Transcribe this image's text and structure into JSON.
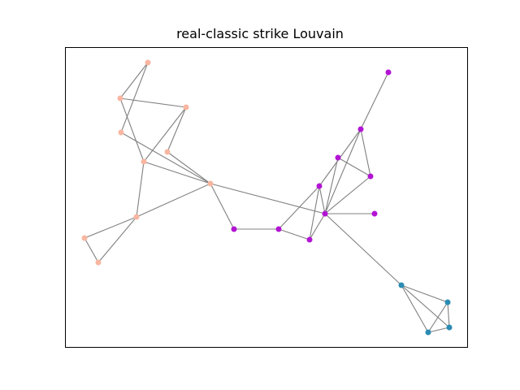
{
  "title": "real-classic strike Louvain",
  "colors": {
    "edge": "#808080",
    "frame": "#000000",
    "communities": {
      "A": "#f9b6a0",
      "B": "#b314d4",
      "C": "#2b8cb3"
    }
  },
  "graph": {
    "nodes": [
      {
        "id": "n1",
        "community": "A"
      },
      {
        "id": "n2",
        "community": "A"
      },
      {
        "id": "n3",
        "community": "A"
      },
      {
        "id": "n4",
        "community": "A"
      },
      {
        "id": "n5",
        "community": "A"
      },
      {
        "id": "n6",
        "community": "A"
      },
      {
        "id": "n7",
        "community": "A"
      },
      {
        "id": "n8",
        "community": "A"
      },
      {
        "id": "n9",
        "community": "A"
      },
      {
        "id": "n10",
        "community": "A"
      },
      {
        "id": "n11",
        "community": "B"
      },
      {
        "id": "n12",
        "community": "B"
      },
      {
        "id": "n13",
        "community": "B"
      },
      {
        "id": "n14",
        "community": "B"
      },
      {
        "id": "n15",
        "community": "B"
      },
      {
        "id": "n16",
        "community": "B"
      },
      {
        "id": "n17",
        "community": "B"
      },
      {
        "id": "n18",
        "community": "B"
      },
      {
        "id": "n19",
        "community": "B"
      },
      {
        "id": "n20",
        "community": "B"
      },
      {
        "id": "n21",
        "community": "C"
      },
      {
        "id": "n22",
        "community": "C"
      },
      {
        "id": "n23",
        "community": "C"
      },
      {
        "id": "n24",
        "community": "C"
      }
    ],
    "edges": [
      [
        "n1",
        "n2"
      ],
      [
        "n1",
        "n4"
      ],
      [
        "n2",
        "n3"
      ],
      [
        "n2",
        "n6"
      ],
      [
        "n3",
        "n6"
      ],
      [
        "n3",
        "n5"
      ],
      [
        "n4",
        "n7"
      ],
      [
        "n5",
        "n7"
      ],
      [
        "n6",
        "n7"
      ],
      [
        "n6",
        "n8"
      ],
      [
        "n7",
        "n8"
      ],
      [
        "n8",
        "n9"
      ],
      [
        "n8",
        "n10"
      ],
      [
        "n9",
        "n10"
      ],
      [
        "n7",
        "n11"
      ],
      [
        "n7",
        "n18"
      ],
      [
        "n11",
        "n12"
      ],
      [
        "n12",
        "n13"
      ],
      [
        "n12",
        "n15"
      ],
      [
        "n13",
        "n15"
      ],
      [
        "n13",
        "n18"
      ],
      [
        "n14",
        "n16"
      ],
      [
        "n15",
        "n16"
      ],
      [
        "n15",
        "n18"
      ],
      [
        "n16",
        "n17"
      ],
      [
        "n16",
        "n18"
      ],
      [
        "n17",
        "n20"
      ],
      [
        "n17",
        "n18"
      ],
      [
        "n18",
        "n19"
      ],
      [
        "n18",
        "n20"
      ],
      [
        "n18",
        "n21"
      ],
      [
        "n21",
        "n22"
      ],
      [
        "n21",
        "n23"
      ],
      [
        "n21",
        "n24"
      ],
      [
        "n22",
        "n23"
      ],
      [
        "n22",
        "n24"
      ],
      [
        "n23",
        "n24"
      ]
    ]
  }
}
